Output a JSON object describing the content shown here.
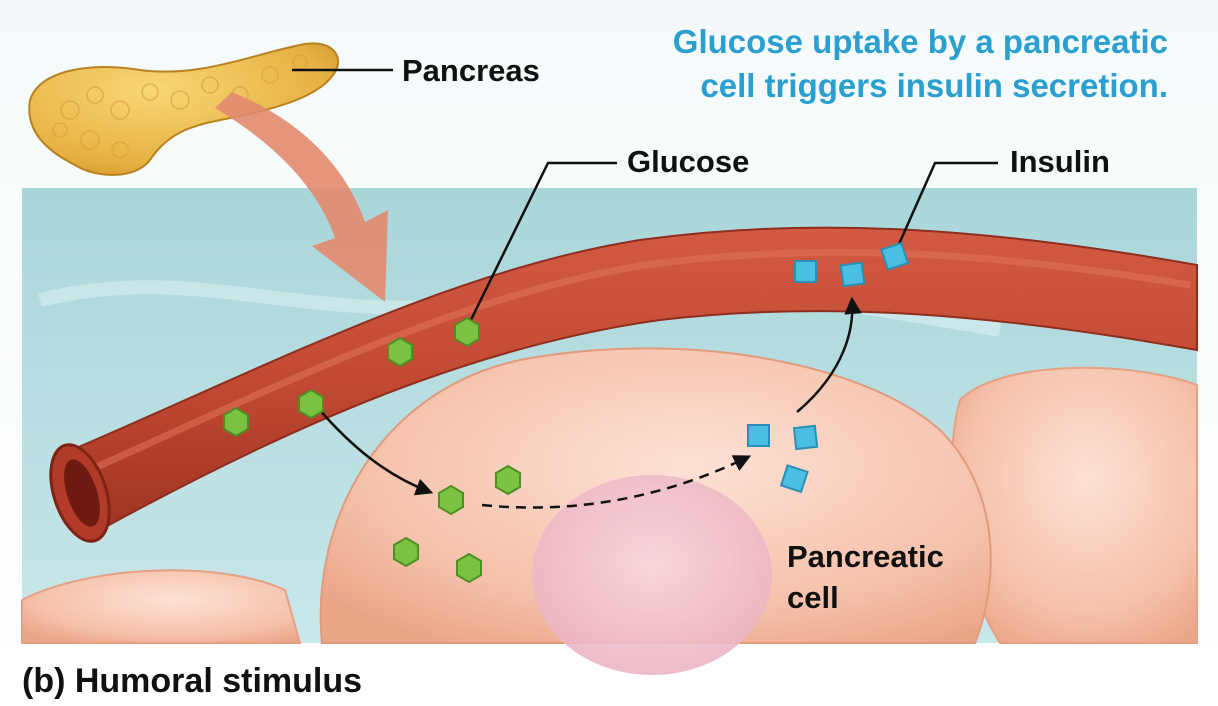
{
  "headline": {
    "line1": "Glucose uptake by a pancreatic",
    "line2": "cell triggers insulin secretion."
  },
  "labels": {
    "pancreas": "Pancreas",
    "glucose": "Glucose",
    "insulin": "Insulin",
    "pancreatic_cell_line1": "Pancreatic",
    "pancreatic_cell_line2": "cell"
  },
  "caption": "(b) Humoral stimulus",
  "colors": {
    "headline": "#2a9fd0",
    "glucose": "#7cc242",
    "insulin": "#4bbfe3",
    "vessel": "#c6442f",
    "tissue_fluid": "#b7dde0",
    "cell": "#f6c7b1",
    "pancreas": "#eab64a",
    "flow_arrow": "#e28a6e"
  },
  "icons": {
    "glucose_marker": "green-hexagon",
    "insulin_marker": "blue-square",
    "pancreas_organ": "pancreas-illustration"
  }
}
